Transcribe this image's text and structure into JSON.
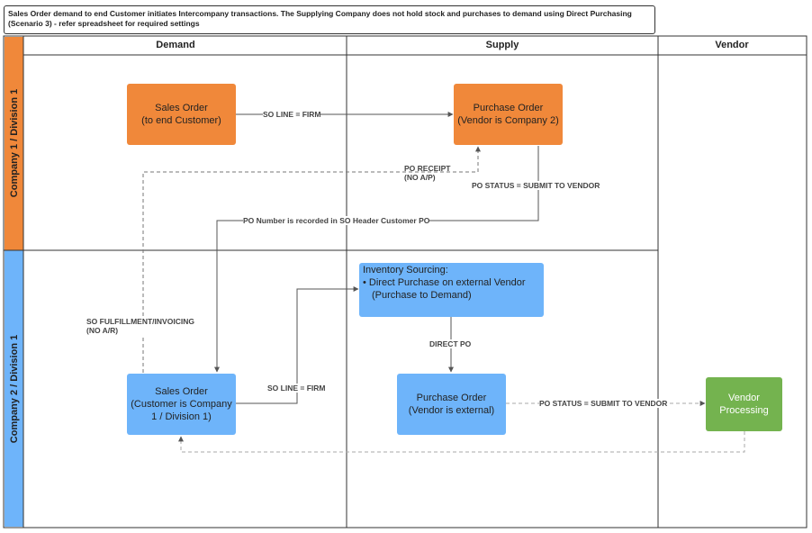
{
  "title": {
    "line1": "Sales Order demand to end Customer initiates Intercompany transactions. The Supplying Company does not hold stock and purchases to demand using Direct Purchasing",
    "line2": "(Scenario 3) - refer spreadsheet for required settings"
  },
  "lanes": {
    "demand": "Demand",
    "supply": "Supply",
    "vendor": "Vendor"
  },
  "rows": {
    "company1": "Company 1 / Division 1",
    "company2": "Company 2 / Division 1"
  },
  "colors": {
    "orange": "#f0883a",
    "blue": "#6eb4fa",
    "green": "#74b34f",
    "line": "#555555"
  },
  "nodes": {
    "so_end_customer": {
      "line1": "Sales Order",
      "line2": "(to end Customer)"
    },
    "po_company2": {
      "line1": "Purchase Order",
      "line2": "(Vendor is Company 2)"
    },
    "inventory_sourcing": {
      "line1": "Inventory Sourcing:",
      "line2": "• Direct Purchase on external Vendor",
      "line3": "(Purchase to Demand)"
    },
    "so_company1": {
      "line1": "Sales Order",
      "line2": "(Customer is Company",
      "line3": "1 / Division 1)"
    },
    "po_external": {
      "line1": "Purchase Order",
      "line2": "(Vendor is external)"
    },
    "vendor_processing": {
      "line1": "Vendor",
      "line2": "Processing"
    }
  },
  "edges": {
    "so_line_firm_top": "SO LINE = FIRM",
    "po_receipt_line1": "PO RECEIPT",
    "po_receipt_line2": "(NO A/P)",
    "po_status_submit_top": "PO STATUS = SUBMIT TO VENDOR",
    "po_number_recorded": "PO Number is recorded in SO Header Customer PO",
    "so_fulfillment_line1": "SO FULFILLMENT/INVOICING",
    "so_fulfillment_line2": "(NO A/R)",
    "so_line_firm_bottom": "SO LINE = FIRM",
    "direct_po": "DIRECT PO",
    "po_status_submit_bottom": "PO STATUS = SUBMIT TO VENDOR"
  }
}
